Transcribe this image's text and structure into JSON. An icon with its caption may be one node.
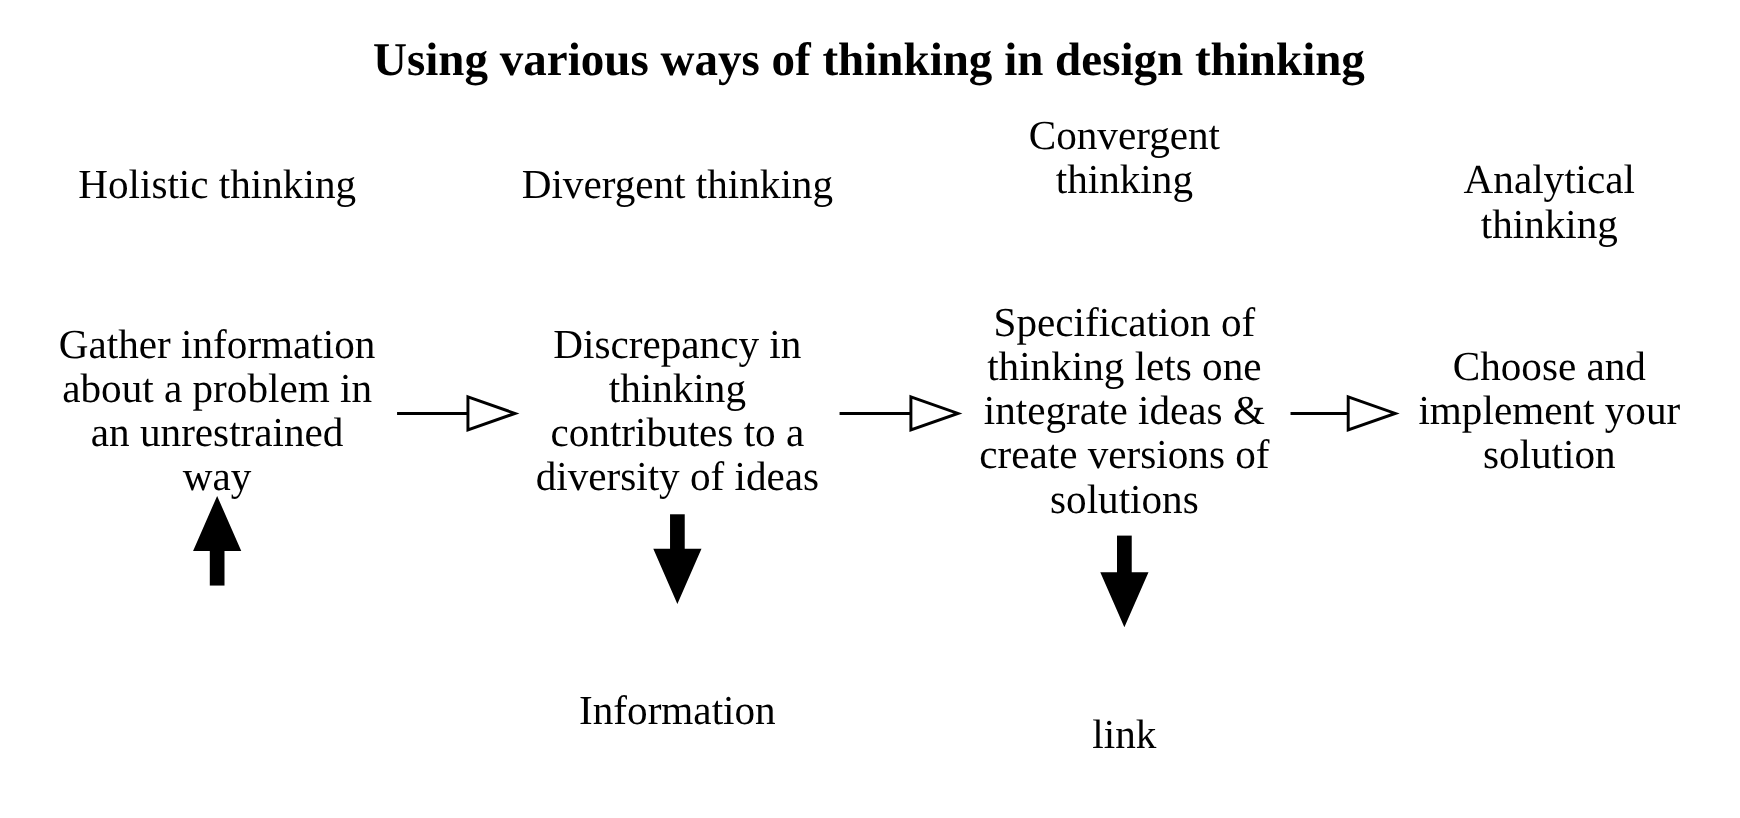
{
  "diagram": {
    "title": "Using various ways of thinking in design thinking",
    "nodes": [
      {
        "text": [
          "Gather information about a problem in an unrestrained way"
        ]
      },
      {
        "text": [
          "Discrepancy in thinking contributes to a diversity of ideas"
        ]
      },
      {
        "text": [
          "Specification of thinking lets one integrate ideas & create versions of solutions"
        ]
      },
      {
        "text": [
          "Choose and implement your solution"
        ]
      }
    ],
    "edges": [
      {
        "from": 0,
        "to": 1,
        "arrow": "to"
      },
      {
        "from": 1,
        "to": 2,
        "arrow": "to"
      },
      {
        "from": 2,
        "to": 3,
        "arrow": "to"
      },
      {
        "from": 1,
        "to": null,
        "arrow": "to",
        "style": "thick"
      },
      {
        "from": 2,
        "to": null,
        "arrow": "to",
        "style": "thick"
      },
      {
        "from": null,
        "to": 0,
        "arrow": "to",
        "style": "thick"
      }
    ],
    "labels": [
      "Divergent thinking",
      "Convergent thinking",
      "Holistic thinking",
      "Analytical thinking",
      "Information",
      "link"
    ]
  }
}
